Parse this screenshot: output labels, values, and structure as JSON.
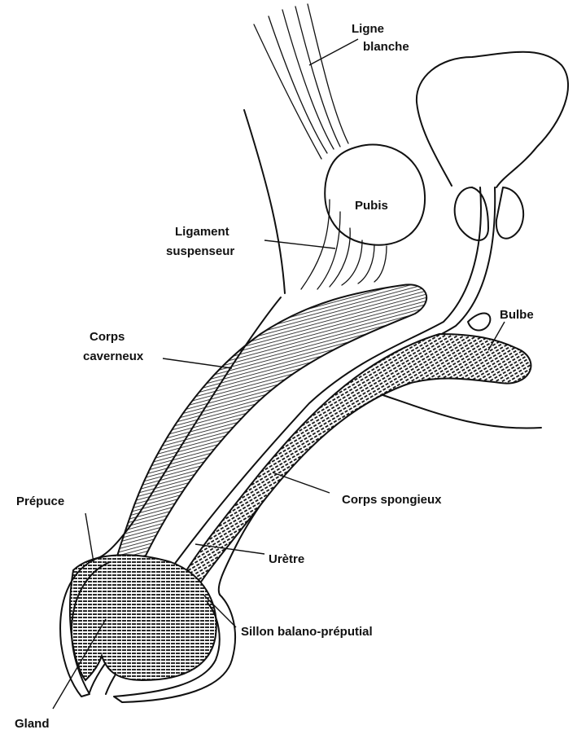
{
  "labels": {
    "ligne_blanche_1": "Ligne",
    "ligne_blanche_2": "blanche",
    "pubis": "Pubis",
    "ligament_1": "Ligament",
    "ligament_2": "suspenseur",
    "bulbe": "Bulbe",
    "corps_caverneux_1": "Corps",
    "corps_caverneux_2": "caverneux",
    "prepuce": "Prépuce",
    "corps_spongieux": "Corps spongieux",
    "uretre": "Urètre",
    "sillon": "Sillon balano-préputial",
    "gland": "Gland"
  }
}
